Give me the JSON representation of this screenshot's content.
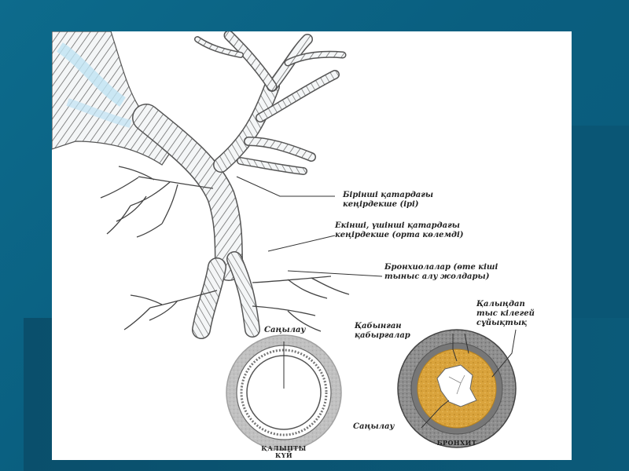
{
  "labels": {
    "primary_bronchi": [
      "Бірінші қатардағы",
      "кеңірдекше (ірі)"
    ],
    "secondary_bronchi": [
      "Екінші, үшінші қатардағы",
      "кеңірдекше (орта көлемді)"
    ],
    "bronchioles": [
      "Бронхиолалар (өте кіші",
      "тыныс алу жолдары)"
    ],
    "lumen_top": "Саңылау",
    "inflamed_walls": [
      "Қабынған",
      "қабырғалар"
    ],
    "thick_mucus": [
      "Қалыңдап",
      "тыс кілегей",
      "сұйықтық"
    ],
    "lumen_bottom": "Саңылау"
  },
  "captions": {
    "normal": [
      "ҚАЛЫПТЫ",
      "КҮЙ"
    ],
    "bronchitis": "БРОНХИТ"
  },
  "colors": {
    "background": "#0d6b8c",
    "panel": "#ffffff",
    "ink": "#2b2b2b",
    "trachea_tint": "#bfe3f3",
    "mucus": "#e2b04a",
    "wall_gray": "#8a8a8a"
  }
}
